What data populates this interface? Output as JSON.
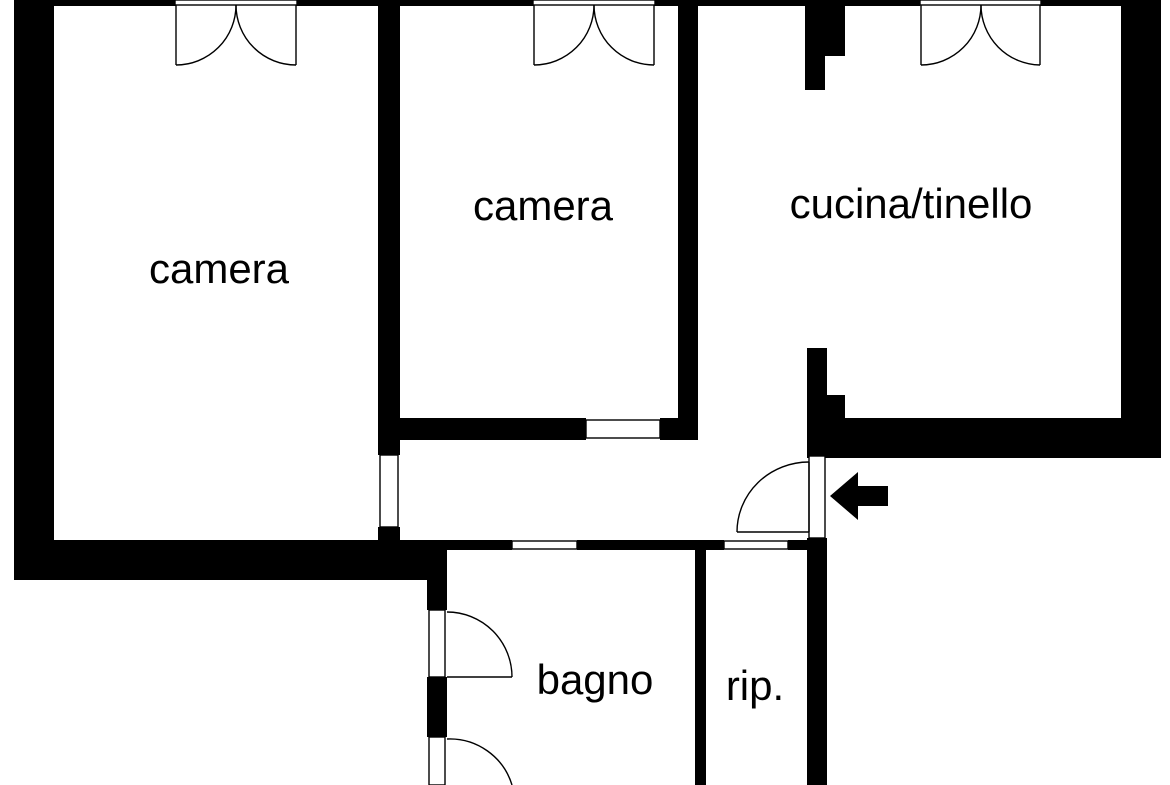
{
  "floor_plan": {
    "rooms": [
      {
        "id": "camera-1",
        "label": "camera"
      },
      {
        "id": "camera-2",
        "label": "camera"
      },
      {
        "id": "cucina",
        "label": "cucina/tinello"
      },
      {
        "id": "bagno",
        "label": "bagno"
      },
      {
        "id": "rip",
        "label": "rip."
      }
    ],
    "colors": {
      "wall": "#000000",
      "background": "#ffffff"
    },
    "entrance_icon": "arrow-left-icon"
  }
}
